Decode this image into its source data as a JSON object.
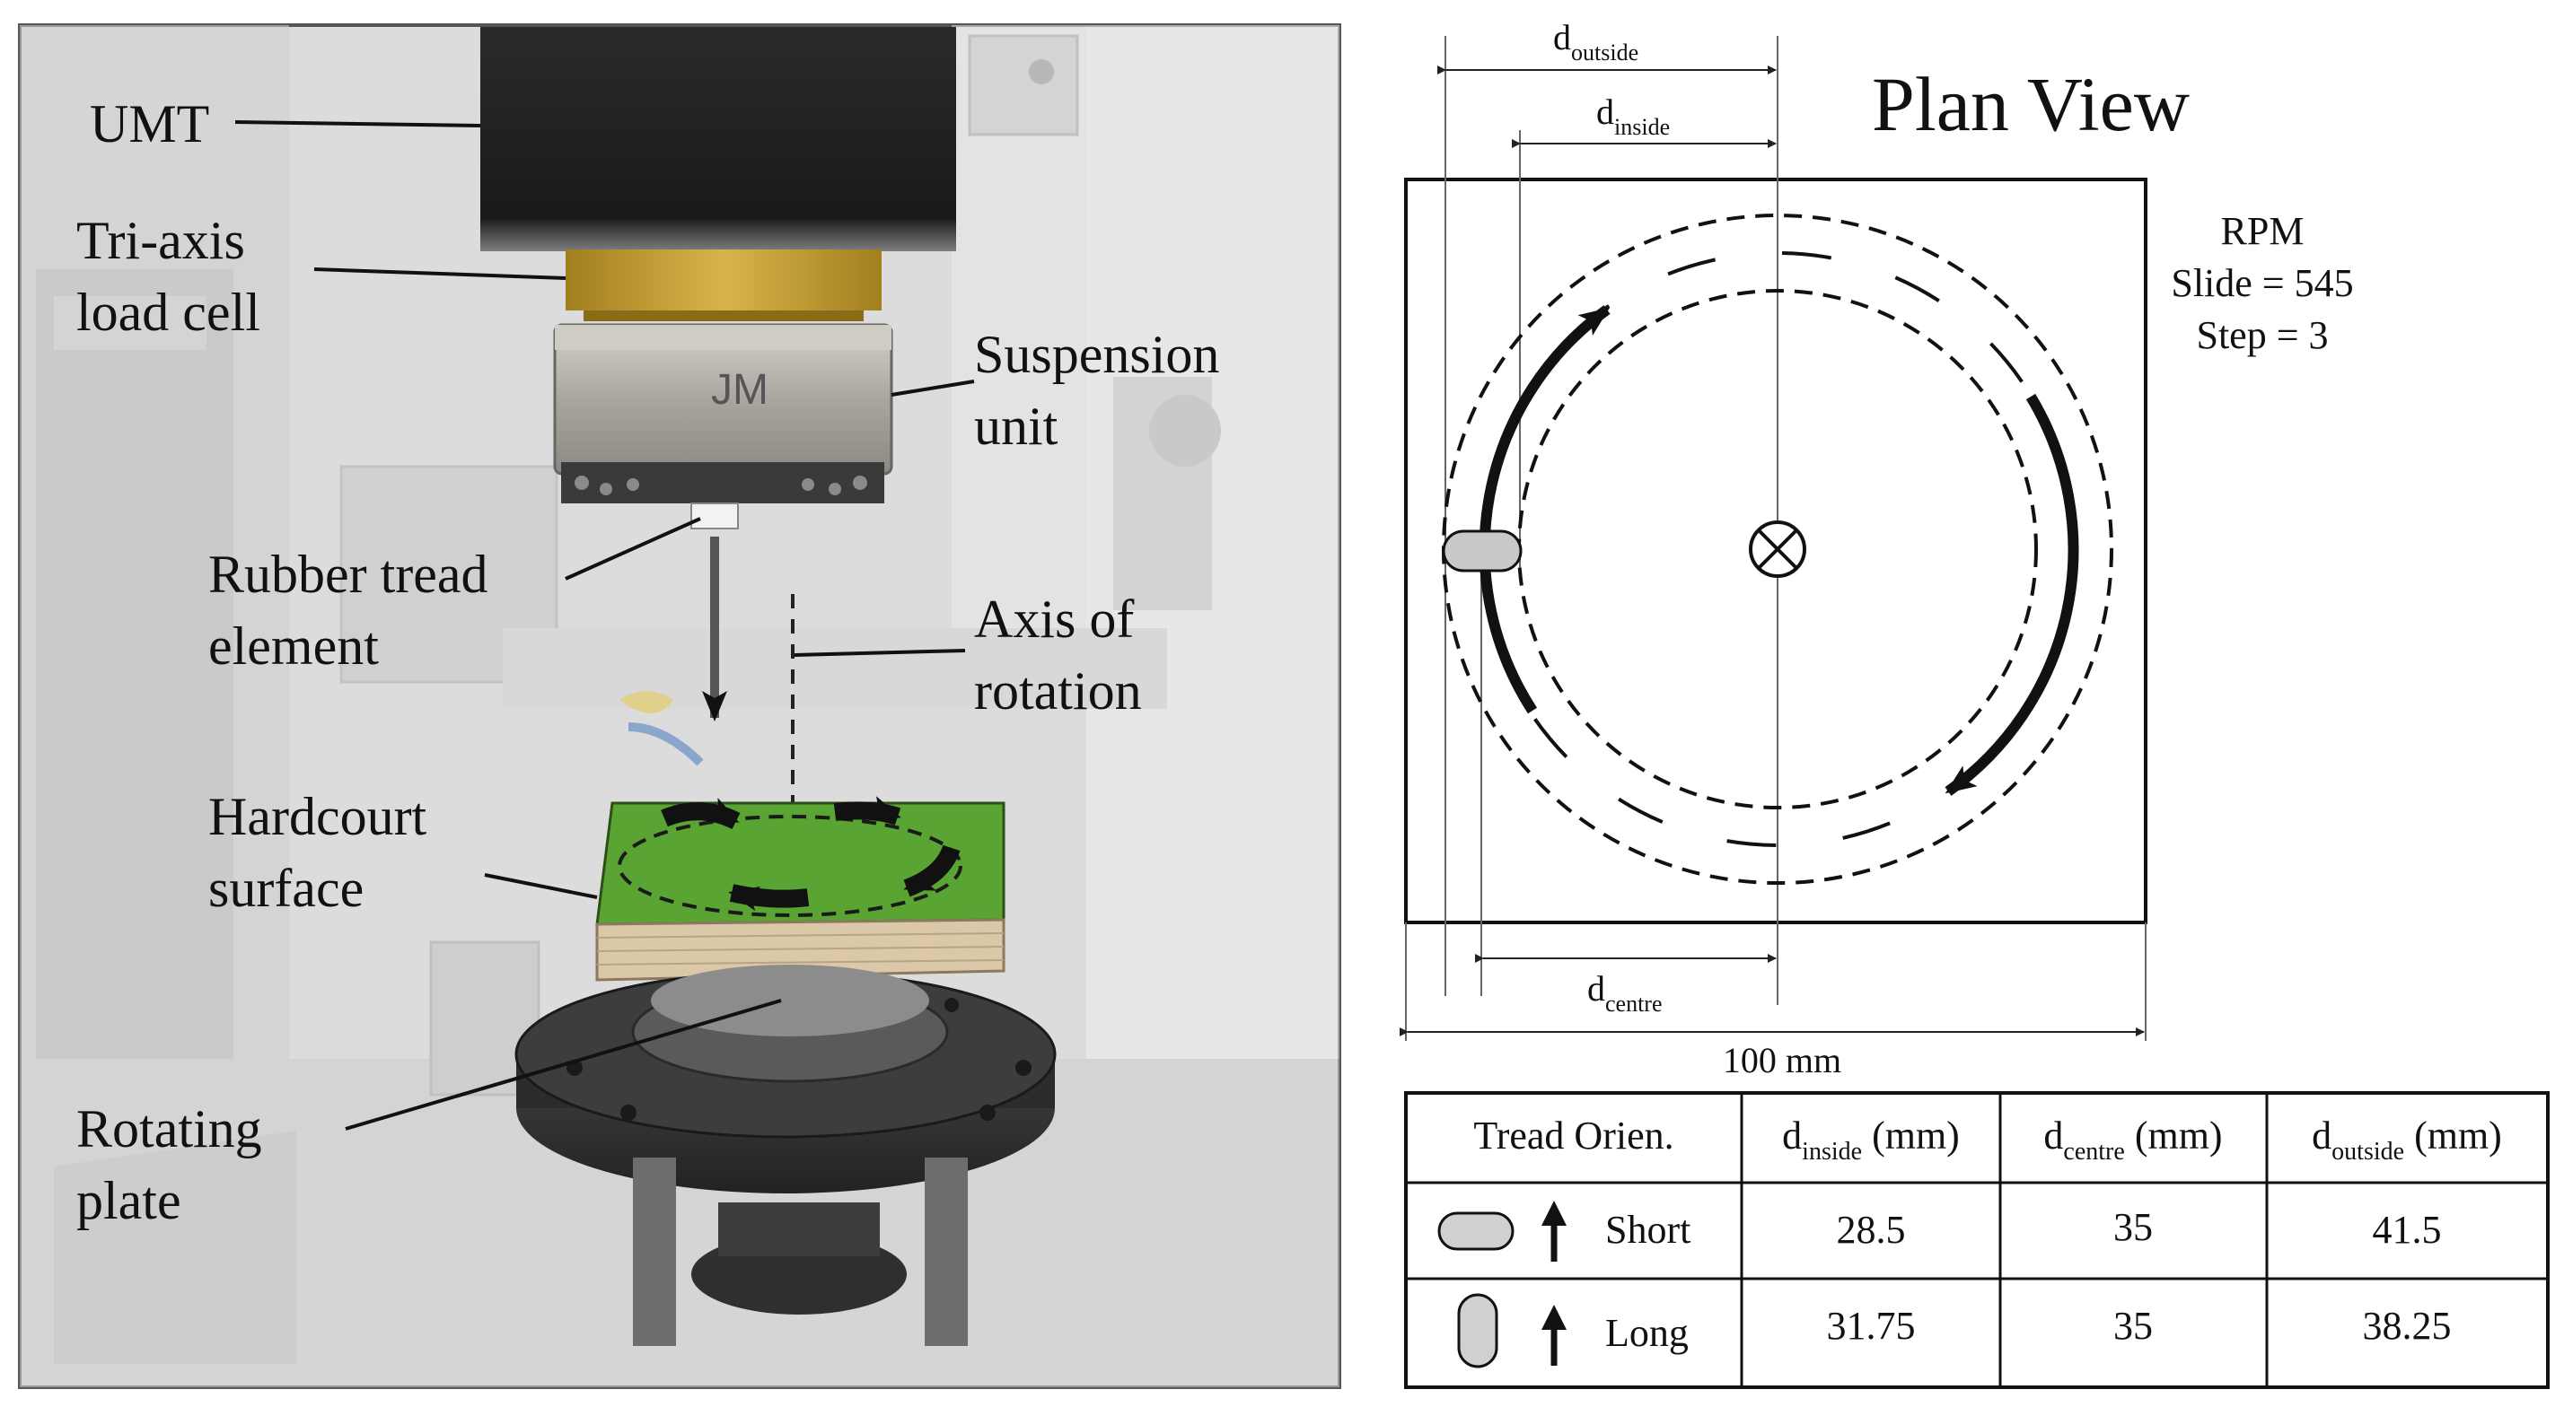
{
  "photo": {
    "labels": {
      "umt": "UMT",
      "load_cell": [
        "Tri-axis",
        "load cell"
      ],
      "suspension": [
        "Suspension",
        "unit"
      ],
      "tread": [
        "Rubber tread",
        "element"
      ],
      "axis": [
        "Axis of",
        "rotation"
      ],
      "surface": [
        "Hardcourt",
        "surface"
      ],
      "plate": [
        "Rotating",
        "plate"
      ]
    },
    "logo_text": "JM"
  },
  "plan": {
    "title": "Plan View",
    "rpm": {
      "heading": "RPM",
      "slide": "Slide = 545",
      "step": "Step = 3"
    },
    "dims": {
      "outside_main": "d",
      "outside_sub": "outside",
      "inside_main": "d",
      "inside_sub": "inside",
      "centre_main": "d",
      "centre_sub": "centre",
      "width": "100 mm"
    }
  },
  "table": {
    "headers": [
      {
        "main": "Tread Orien.",
        "sub": "",
        "unit": ""
      },
      {
        "main": "d",
        "sub": "inside",
        "unit": " (mm)"
      },
      {
        "main": "d",
        "sub": "centre",
        "unit": " (mm)"
      },
      {
        "main": "d",
        "sub": "outside",
        "unit": " (mm)"
      }
    ],
    "rows": [
      {
        "orientation": "Short",
        "d_inside": "28.5",
        "d_centre": "35",
        "d_outside": "41.5"
      },
      {
        "orientation": "Long",
        "d_inside": "31.75",
        "d_centre": "35",
        "d_outside": "38.25"
      }
    ]
  },
  "colors": {
    "turf": "#4f9a2c",
    "wood": "#d9c6a8",
    "load_cell": "#c8a43a",
    "umt_body": "#1c1c1c",
    "steel": "#b8b4ae",
    "plate": "#3a3a3a",
    "background_gray": "#d6d6d6"
  }
}
